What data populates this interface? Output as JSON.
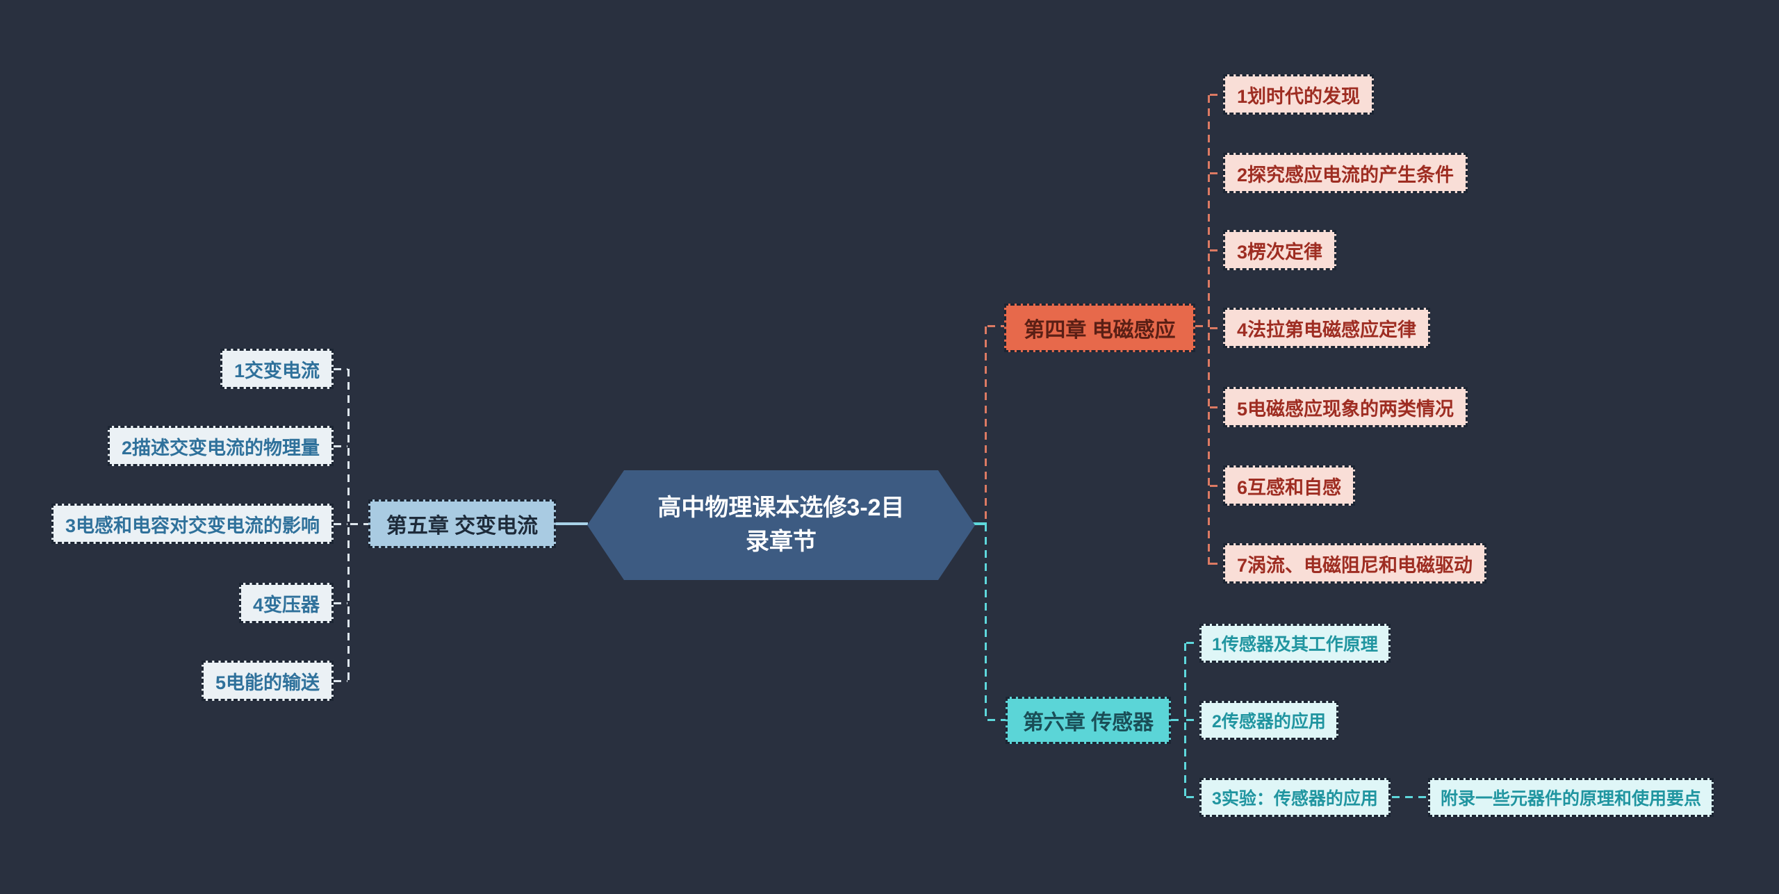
{
  "diagram_type": "mindmap",
  "central_topic": {
    "label": "高中物理课本选修3-2目录章节"
  },
  "branches": [
    {
      "id": "chapter5",
      "label": "第五章 交变电流",
      "side": "left",
      "children": [
        {
          "label": "1交变电流"
        },
        {
          "label": "2描述交变电流的物理量"
        },
        {
          "label": "3电感和电容对交变电流的影响"
        },
        {
          "label": "4变压器"
        },
        {
          "label": "5电能的输送"
        }
      ]
    },
    {
      "id": "chapter4",
      "label": "第四章 电磁感应",
      "side": "right-top",
      "children": [
        {
          "label": "1划时代的发现"
        },
        {
          "label": "2探究感应电流的产生条件"
        },
        {
          "label": "3楞次定律"
        },
        {
          "label": "4法拉第电磁感应定律"
        },
        {
          "label": "5电磁感应现象的两类情况"
        },
        {
          "label": "6互感和自感"
        },
        {
          "label": "7涡流、电磁阻尼和电磁驱动"
        }
      ]
    },
    {
      "id": "chapter6",
      "label": "第六章 传感器",
      "side": "right-bottom",
      "children": [
        {
          "label": "1传感器及其工作原理"
        },
        {
          "label": "2传感器的应用"
        },
        {
          "label": "3实验：传感器的应用",
          "children": [
            {
              "label": "附录一些元器件的原理和使用要点"
            }
          ]
        }
      ]
    }
  ],
  "colors": {
    "background": "#29303f",
    "central_fill": "#3d5b82",
    "central_text": "#ffffff",
    "chapter5_fill": "#a9cbe2",
    "chapter5_text": "#1e2b3a",
    "chapter5_child_fill": "#ebf1f5",
    "chapter5_child_text": "#2f719b",
    "chapter4_fill": "#e7694b",
    "chapter4_text": "#5a1f15",
    "chapter4_child_fill": "#f9ded7",
    "chapter4_child_text": "#9e2d22",
    "chapter6_fill": "#5bd5d7",
    "chapter6_text": "#1a4e57",
    "chapter6_child_fill": "#dff6f7",
    "chapter6_child_text": "#2095a0",
    "rail_left": "#dfe7ee",
    "rail_salmon": "#dc7a63",
    "rail_cyan": "#5ed8dc",
    "link_solid_blue": "#a9d3e8"
  }
}
